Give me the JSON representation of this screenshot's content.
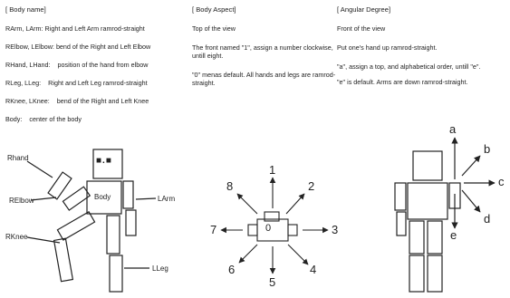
{
  "columns": {
    "body_name": {
      "header": "[ Body name]",
      "rows": [
        {
          "term": "RArm, LArm:",
          "desc": "Right and Left Arm ramrod-straight"
        },
        {
          "term": "RElbow, LElbow:",
          "desc": "bend of the Right and Left Elbow"
        },
        {
          "term": "RHand, LHand:",
          "desc": "position of the hand from elbow"
        },
        {
          "term": "RLeg, LLeg:",
          "desc": "Right and Left Leg ramrod-straight"
        },
        {
          "term": "RKnee, LKnee:",
          "desc": "bend of the Right and Left Knee"
        },
        {
          "term": "Body:",
          "desc": "center of the body"
        }
      ]
    },
    "body_aspect": {
      "header": "[ Body Aspect]",
      "lines": [
        "Top of the view",
        "The front named \"1\", assign a number clockwise, untill eight.",
        "\"0\" menas default. All hands and legs are ramrod-straight."
      ]
    },
    "angular_degree": {
      "header": "[ Angular Degree]",
      "lines": [
        "Front of the view",
        "Put one's hand up ramrod-straight.",
        "\"a\", assign a top, and alphabetical order, untill \"e\".",
        "\"e\" is default. Arms are down ramrod-straight."
      ]
    }
  },
  "figure_left": {
    "face_text": "■.■",
    "body_text": "Body",
    "labels": {
      "rhand": "Rhand",
      "relbow": "RElbow",
      "rknee": "RKnee",
      "larm": "LArm",
      "lleg": "LLeg"
    }
  },
  "figure_middle": {
    "center_text": "0",
    "numbers": [
      "1",
      "2",
      "3",
      "4",
      "5",
      "6",
      "7",
      "8"
    ]
  },
  "figure_right": {
    "letters": [
      "a",
      "b",
      "c",
      "d",
      "e"
    ]
  }
}
